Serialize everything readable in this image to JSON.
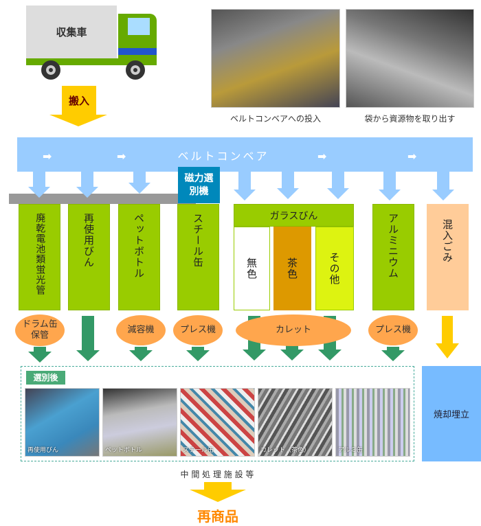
{
  "truck": {
    "label": "収集車"
  },
  "carry_in": {
    "label": "搬入"
  },
  "photos_top": [
    {
      "caption": "ベルトコンベアへの投入"
    },
    {
      "caption": "袋から資源物を取り出す"
    }
  ],
  "conveyor": {
    "label": "ベルトコンベア"
  },
  "magnet": {
    "label": "磁力選別機"
  },
  "categories": {
    "battery": "廃乾電池類蛍光管",
    "bottle": "再使用びん",
    "pet": "ペットボトル",
    "steel": "スチール缶",
    "glass": "ガラスびん",
    "glass_sub": [
      "無色",
      "茶色",
      "その他"
    ],
    "aluminum": "アルミニウム",
    "mixed": "混入ごみ"
  },
  "processes": {
    "drum": "ドラム缶保管",
    "reduce": "減容機",
    "press1": "プレス機",
    "cullet": "カレット",
    "press2": "プレス機"
  },
  "after_sort": {
    "label": "選別後",
    "photos": [
      "再使用びん",
      "ペットボトル",
      "スチール缶",
      "カレット（茶色）",
      "アルミ缶"
    ]
  },
  "incineration": {
    "label": "焼却埋立"
  },
  "facility": {
    "label": "中 間 処 理 施 設 等"
  },
  "result": {
    "label": "再商品"
  },
  "colors": {
    "green": "#99cc00",
    "conveyor": "#99ccff",
    "arrow_green": "#339966",
    "orange": "#ffa64d",
    "yellow": "#ffcc00",
    "blue": "#77bbff"
  }
}
